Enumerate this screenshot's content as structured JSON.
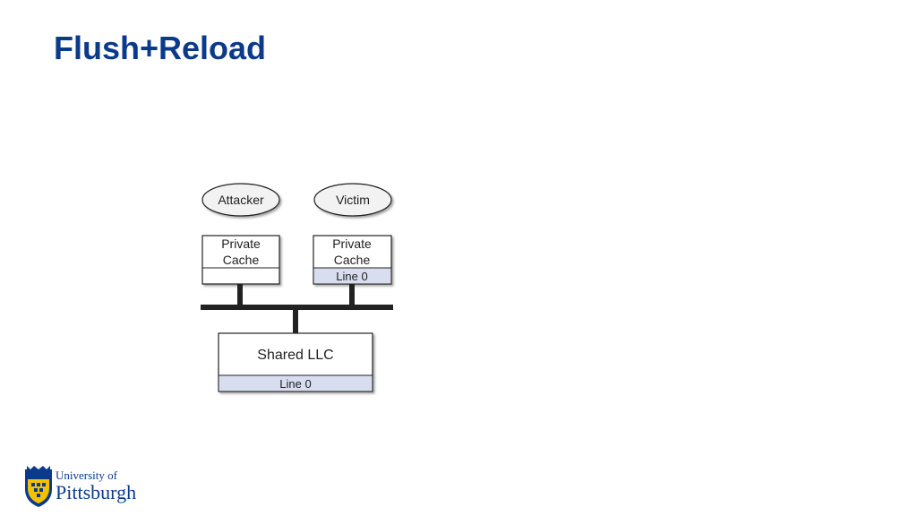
{
  "slide": {
    "title": "Flush+Reload"
  },
  "diagram": {
    "attacker_label": "Attacker",
    "victim_label": "Victim",
    "attacker_cache_line1": "Private",
    "attacker_cache_line2": "Cache",
    "victim_cache_line1": "Private",
    "victim_cache_line2": "Cache",
    "victim_cache_slot": "Line 0",
    "llc_label": "Shared LLC",
    "llc_slot": "Line 0"
  },
  "logo": {
    "line1": "University of",
    "line2": "Pittsburgh"
  },
  "colors": {
    "title": "#0b3a8c",
    "line_fill": "#d9ddf0",
    "bus": "#222222",
    "ellipse_fill": "#f2f2f2"
  }
}
